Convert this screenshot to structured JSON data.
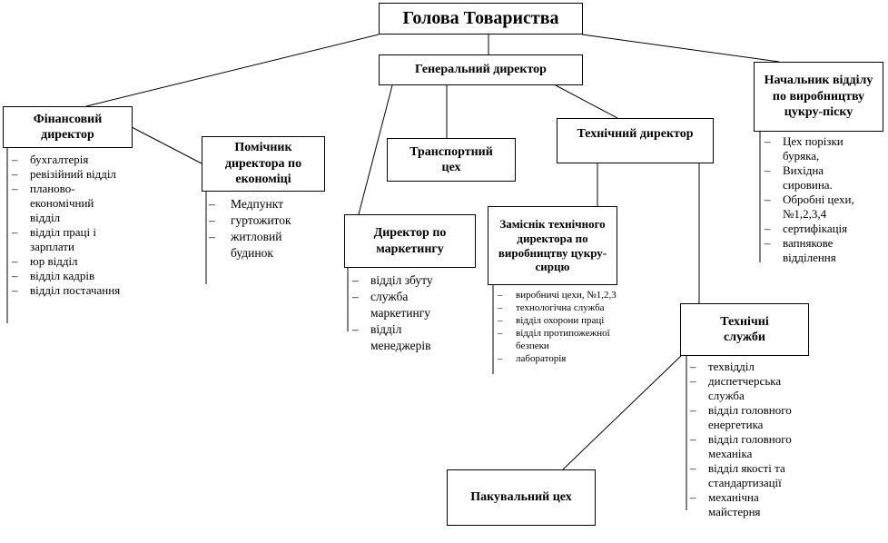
{
  "head": "Голова Товариства",
  "general_director": "Генеральний директор",
  "financial_director": "Фінансовий директор",
  "financial_items": [
    "бухгалтерія",
    "ревізійний відділ",
    "планово-економічний відділ",
    "відділ праці і зарплати",
    "юр відділ",
    "відділ кадрів",
    "відділ постачання"
  ],
  "economics_assistant": "Помічник директора по економіці",
  "economics_items": [
    "Медпункт",
    "гуртожиток",
    "житловий будинок"
  ],
  "marketing_director": "Директор по маркетингу",
  "marketing_items": [
    "відділ збуту",
    "служба маркетингу",
    "відділ менеджерів"
  ],
  "transport_shop": "Транспортний цех",
  "technical_director": "Технічний директор",
  "deputy_technical": "Заміснік технічного директора по виробництву цукру-сирцю",
  "deputy_items": [
    "виробничі цехи, №1,2,3",
    "технологічна служба",
    "відділ охорони праці",
    "відділ протипожежної безпеки",
    "лабораторія"
  ],
  "sugar_head": "Начальник відділу по виробництву цукру-піску",
  "sugar_items": [
    "Цех порізки буряка,",
    "Вихідна сировина.",
    "Обробні цехи, №1,2,3,4",
    "сертифікація",
    "вапнякове відділення"
  ],
  "technical_services": "Технічні служби",
  "services_items": [
    "техвідділ",
    "диспетчерська служба",
    "відділ головного енергетика",
    "відділ головного механіка",
    "відділ якості та стандартизації",
    "механічна майстерня"
  ],
  "packing_shop": "Пакувальний цех"
}
